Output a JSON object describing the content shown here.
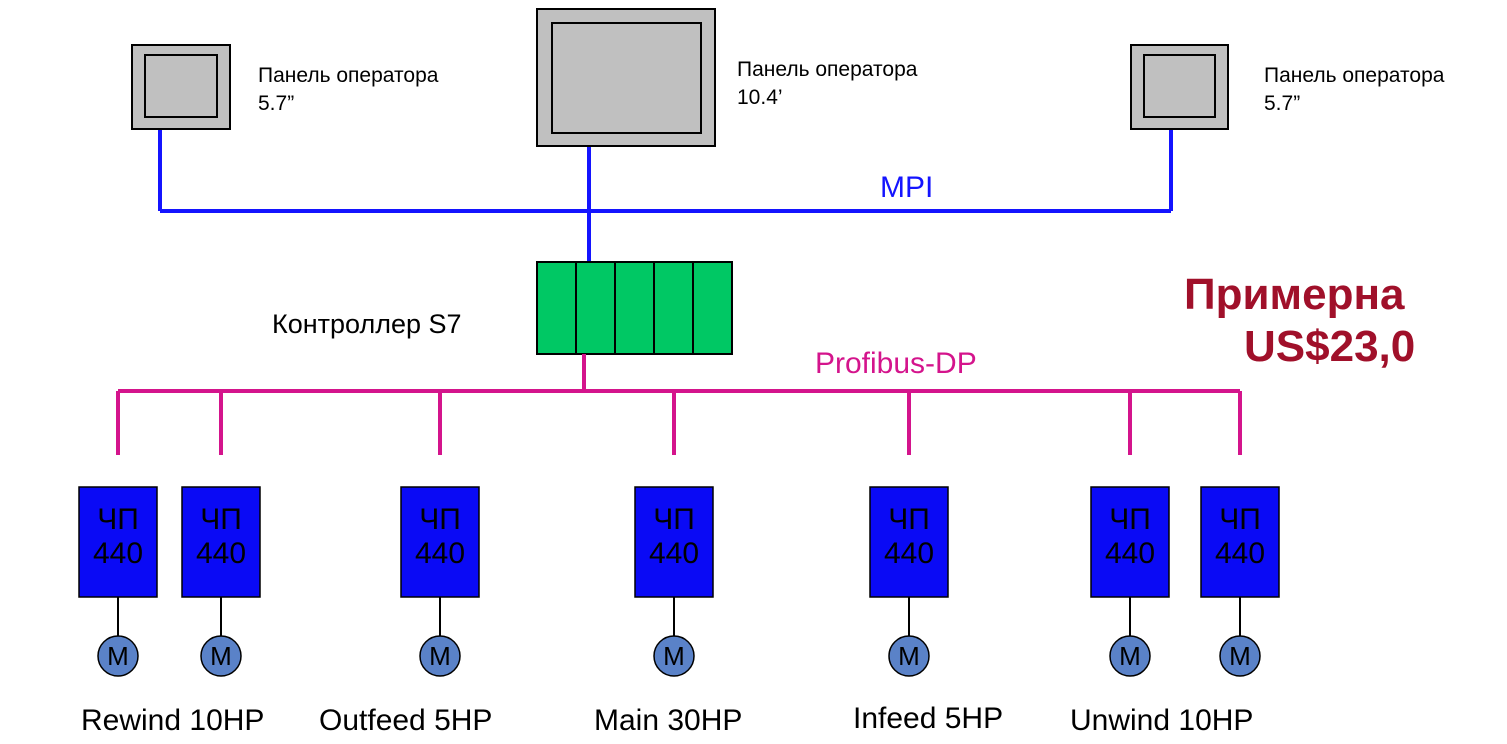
{
  "panels": [
    {
      "name": "Панель оператора",
      "size": "5.7”"
    },
    {
      "name": "Панель оператора",
      "size": "10.4’"
    },
    {
      "name": "Панель оператора",
      "size": "5.7”"
    }
  ],
  "bus_mpi": "MPI",
  "bus_dp": "Profibus-DP",
  "controller": "Контроллер S7",
  "cost_line1": "Примерна",
  "cost_line2": "US$23,0",
  "drives": [
    {
      "line1": "ЧП",
      "line2": "440",
      "motor": "M"
    },
    {
      "line1": "ЧП",
      "line2": "440",
      "motor": "M"
    },
    {
      "line1": "ЧП",
      "line2": "440",
      "motor": "M"
    },
    {
      "line1": "ЧП",
      "line2": "440",
      "motor": "M"
    },
    {
      "line1": "ЧП",
      "line2": "440",
      "motor": "M"
    },
    {
      "line1": "ЧП",
      "line2": "440",
      "motor": "M"
    },
    {
      "line1": "ЧП",
      "line2": "440",
      "motor": "M"
    }
  ],
  "axes": [
    "Rewind 10HP",
    "Outfeed 5HP",
    "Main 30HP",
    "Infeed 5HP",
    "Unwind 10HP"
  ],
  "colors": {
    "mpi": "#1414ff",
    "profibus": "#d4148c",
    "controller": "#00c864",
    "drive": "#0a0af5",
    "motor": "#5a82c8",
    "panel_frame": "#c0c0c0",
    "cost": "#a0102a"
  }
}
